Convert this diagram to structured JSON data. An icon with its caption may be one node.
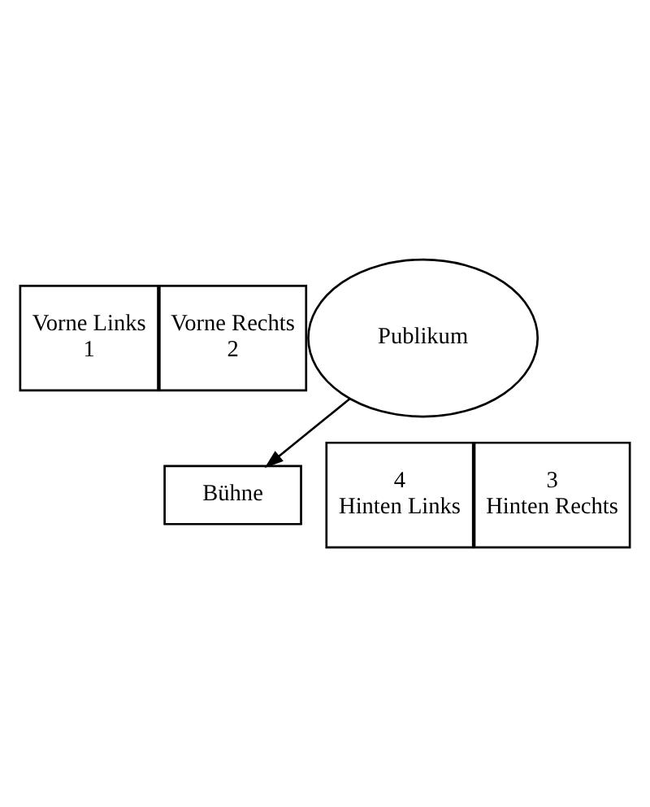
{
  "diagram": {
    "nodes": [
      {
        "text": [
          "Vorne Links",
          "1"
        ]
      },
      {
        "text": [
          "Vorne Rechts",
          "2"
        ]
      },
      {
        "text": [
          "Bühne"
        ]
      },
      {
        "text": [
          "Publikum"
        ]
      },
      {
        "text": [
          "4",
          "Hinten Links"
        ]
      },
      {
        "text": [
          "3",
          "Hinten Rechts"
        ]
      }
    ],
    "edges": [
      {
        "from": 3,
        "to": 2,
        "arrow": "to"
      }
    ]
  }
}
